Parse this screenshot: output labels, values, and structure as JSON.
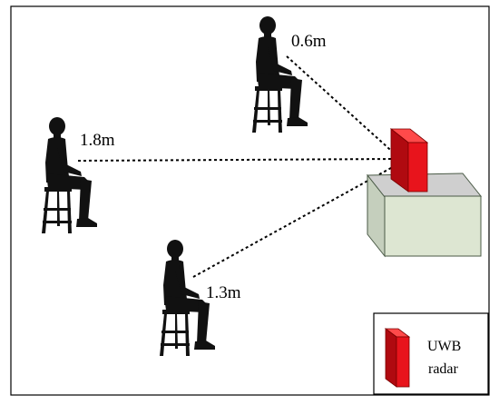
{
  "distances": {
    "top": "0.6m",
    "left": "1.8m",
    "bottom": "1.3m"
  },
  "legend": {
    "line1": "UWB",
    "line2": "radar"
  },
  "colors": {
    "radar_front": "#e8141c",
    "radar_side": "#b00a10",
    "radar_top": "#ff4a4a",
    "table_front": "#dde6d2",
    "table_side": "#c5cfbd",
    "table_top": "#cfcfcf",
    "silhouette": "#111111"
  },
  "icons": [
    "seated-person-silhouette-icon",
    "radar-box-icon",
    "table-icon"
  ]
}
